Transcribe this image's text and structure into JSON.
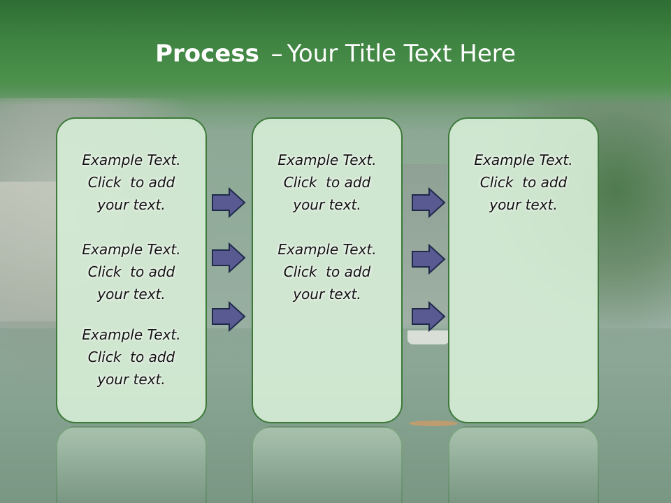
{
  "slide": {
    "title_bold": "Process",
    "title_sep": "–",
    "title_rest": "Your Title Text Here"
  },
  "boxes": [
    {
      "items": [
        {
          "line1": "Example Text.",
          "line2": "Click  to add",
          "line3": "your text."
        },
        {
          "line1": "Example Text.",
          "line2": "Click  to add",
          "line3": "your text."
        },
        {
          "line1": "Example Text.",
          "line2": "Click  to add",
          "line3": "your text."
        }
      ]
    },
    {
      "items": [
        {
          "line1": "Example Text.",
          "line2": "Click  to add",
          "line3": "your text."
        },
        {
          "line1": "Example Text.",
          "line2": "Click  to add",
          "line3": "your text."
        }
      ]
    },
    {
      "items": [
        {
          "line1": "Example Text.",
          "line2": "Click  to add",
          "line3": "your text."
        }
      ]
    }
  ],
  "colors": {
    "title_bar": "#3f8442",
    "box_fill": "#d4ebd4",
    "box_border": "#3d7a3a",
    "arrow_fill": "#5a5a92",
    "arrow_stroke": "#1f2a4a"
  },
  "icons": {
    "arrow": "right-arrow-icon"
  }
}
